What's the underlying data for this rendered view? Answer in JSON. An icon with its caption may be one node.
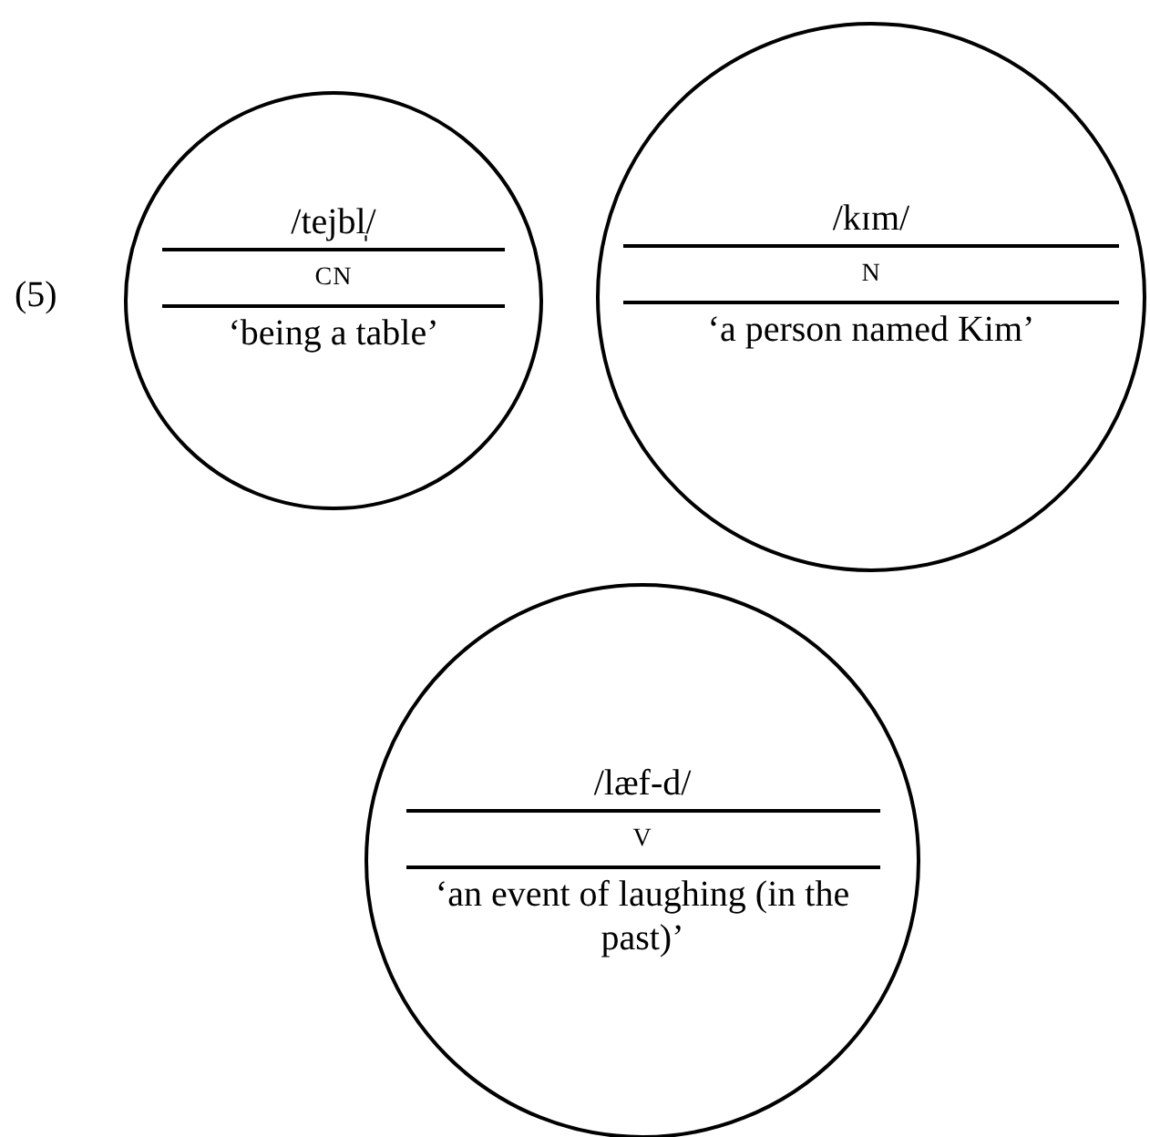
{
  "diagram": {
    "nodes": [
      {
        "text": [
          "/tejbl̩/",
          "CN",
          "‘being a table’"
        ]
      },
      {
        "text": [
          "/kɪm/",
          "N",
          "‘a person named Kim’"
        ]
      },
      {
        "text": [
          "/læf-d/",
          "V",
          "‘an event of laughing (in the past)’"
        ]
      }
    ],
    "labels": [
      "(5)"
    ]
  }
}
